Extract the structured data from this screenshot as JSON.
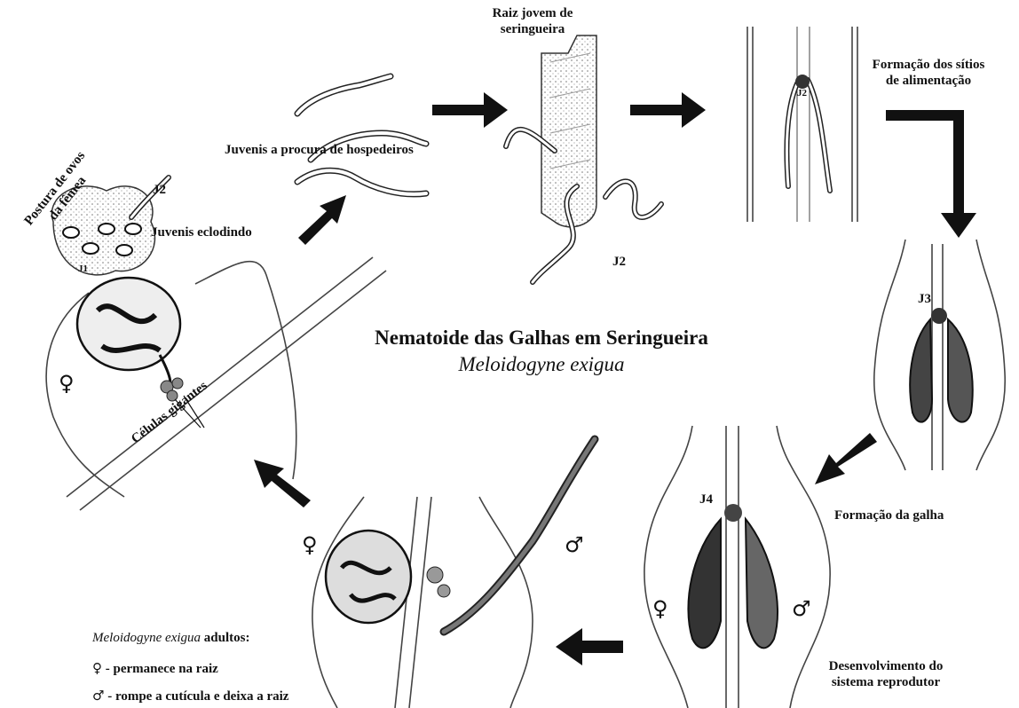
{
  "title": "Nematoide das Galhas em Seringueira",
  "species": "Meloidogyne exigua",
  "labels": {
    "juveniles_search": "Juvenis a procura de hospedeiros",
    "root_line1": "Raiz jovem de",
    "root_line2": "seringueira",
    "feeding_line1": "Formação dos sítios",
    "feeding_line2": "de alimentação",
    "gall": "Formação da galha",
    "repro_line1": "Desenvolvimento do",
    "repro_line2": "sistema reprodutor",
    "hatching": "Juvenis eclodindo",
    "egg_line1": "Postura de ovos",
    "egg_line2": "da fêmea",
    "giant_cells": "Células gigantes",
    "j1": "J1",
    "j2": "J2",
    "j3": "J3",
    "j4": "J4"
  },
  "adults": {
    "heading_italic": "Meloidogyne exigua",
    "heading_rest": " adultos:",
    "female_symbol": "♀",
    "female_text": " -  permanece na raiz",
    "male_symbol": "♂",
    "male_text": " -  rompe a cutícula e deixa a raiz"
  },
  "symbols": {
    "female": "♀",
    "male": "♂"
  },
  "icons": [
    "arrow-icon",
    "nematode-icon",
    "root-icon",
    "gall-icon",
    "egg-mass-icon"
  ]
}
